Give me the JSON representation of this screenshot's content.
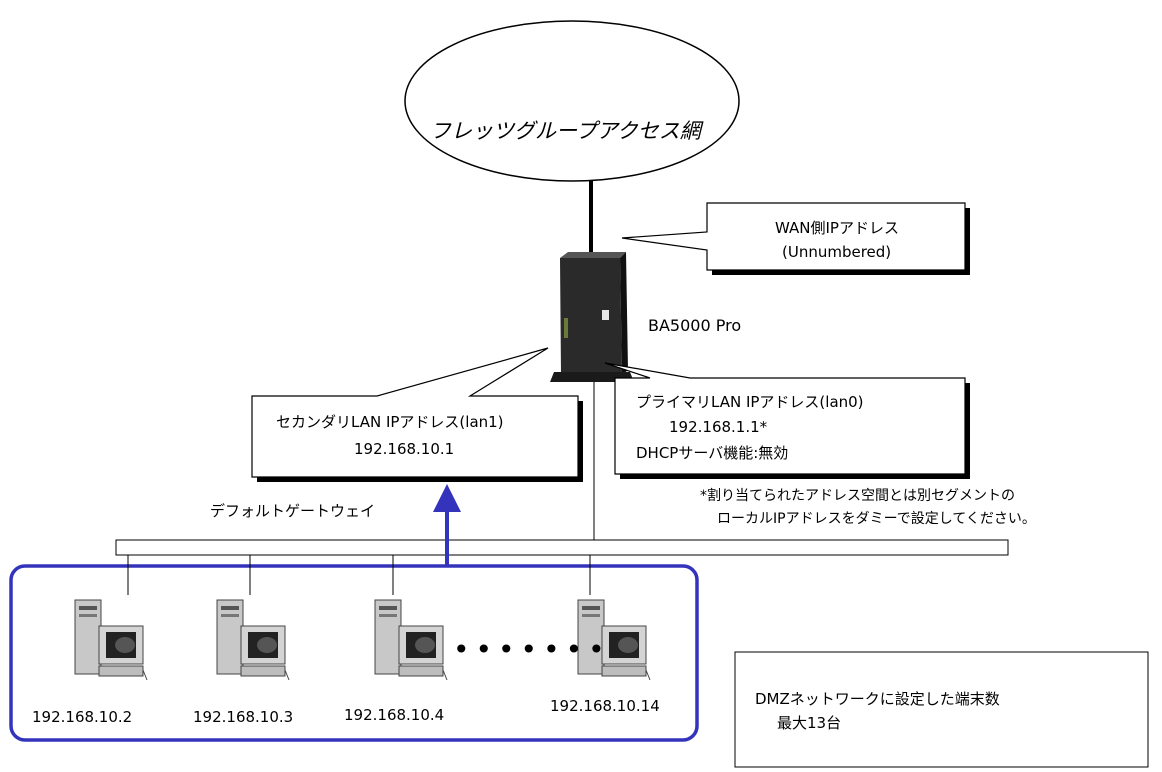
{
  "network": {
    "name": "フレッツグループアクセス網"
  },
  "router": {
    "model": "BA5000 Pro"
  },
  "callouts": {
    "wan": {
      "line1": "WAN側IPアドレス",
      "line2": "(Unnumbered)"
    },
    "secondary_lan": {
      "line1": "セカンダリLAN IPアドレス(lan1)",
      "line2": "192.168.10.1"
    },
    "primary_lan": {
      "line1": "プライマリLAN IPアドレス(lan0)",
      "line2": "192.168.1.1*",
      "line3": "DHCPサーバ機能:無効"
    }
  },
  "default_gateway_label": "デフォルトゲートウェイ",
  "footnote": {
    "line1": "*割り当てられたアドレス空間とは別セグメントの",
    "line2": "ローカルIPアドレスをダミーで設定してください。"
  },
  "terminals": [
    {
      "ip": "192.168.10.2"
    },
    {
      "ip": "192.168.10.3"
    },
    {
      "ip": "192.168.10.4"
    },
    {
      "ip": "192.168.10.14"
    }
  ],
  "ellipsis": "•••••••",
  "dmz_box": {
    "line1": "DMZネットワークに設定した端末数",
    "line2": "最大13台"
  },
  "colors": {
    "accent_blue": "#3333bb",
    "outline": "#000000",
    "router_body": "#2a2a2a"
  }
}
